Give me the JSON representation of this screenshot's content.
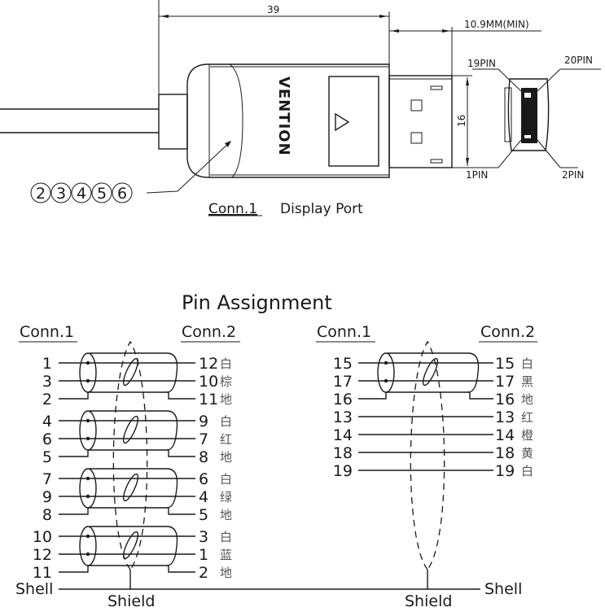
{
  "top_drawing": {
    "dim_length": "39",
    "dim_plug_min": "10.9MM(MIN)",
    "dim_height": "16",
    "brand": "VENTION",
    "callout_numbers": [
      "2",
      "3",
      "4",
      "5",
      "6"
    ],
    "caption_prefix": "Conn.1",
    "caption_suffix": "Display Port",
    "pin_labels": {
      "top_left": "19PIN",
      "top_right": "20PIN",
      "bottom_left": "1PIN",
      "bottom_right": "2PIN"
    }
  },
  "pin_assignment": {
    "title": "Pin Assignment",
    "left_table": {
      "conn1_header": "Conn.1",
      "conn2_header": "Conn.2",
      "groups": [
        {
          "pairs": [
            {
              "c1": "1",
              "c2": "12",
              "color": "白"
            },
            {
              "c1": "3",
              "c2": "10",
              "color": "棕"
            },
            {
              "c1": "2",
              "c2": "11",
              "color": "地"
            }
          ]
        },
        {
          "pairs": [
            {
              "c1": "4",
              "c2": "9",
              "color": "白"
            },
            {
              "c1": "6",
              "c2": "7",
              "color": "红"
            },
            {
              "c1": "5",
              "c2": "8",
              "color": "地"
            }
          ]
        },
        {
          "pairs": [
            {
              "c1": "7",
              "c2": "6",
              "color": "白"
            },
            {
              "c1": "9",
              "c2": "4",
              "color": "绿"
            },
            {
              "c1": "8",
              "c2": "5",
              "color": "地"
            }
          ]
        },
        {
          "pairs": [
            {
              "c1": "10",
              "c2": "3",
              "color": "白"
            },
            {
              "c1": "12",
              "c2": "1",
              "color": "蓝"
            },
            {
              "c1": "11",
              "c2": "2",
              "color": "地"
            }
          ]
        }
      ],
      "shell_label": "Shell",
      "shield_label": "Shield"
    },
    "right_table": {
      "conn1_header": "Conn.1",
      "conn2_header": "Conn.2",
      "shielded_pairs": [
        {
          "c1": "15",
          "c2": "15",
          "color": "白"
        },
        {
          "c1": "17",
          "c2": "17",
          "color": "黑"
        },
        {
          "c1": "16",
          "c2": "16",
          "color": "地"
        }
      ],
      "singles": [
        {
          "c1": "13",
          "c2": "13",
          "color": "红"
        },
        {
          "c1": "14",
          "c2": "14",
          "color": "橙"
        },
        {
          "c1": "18",
          "c2": "18",
          "color": "黄"
        },
        {
          "c1": "19",
          "c2": "19",
          "color": "白"
        }
      ],
      "shell_label": "Shell",
      "shield_label": "Shield"
    }
  }
}
